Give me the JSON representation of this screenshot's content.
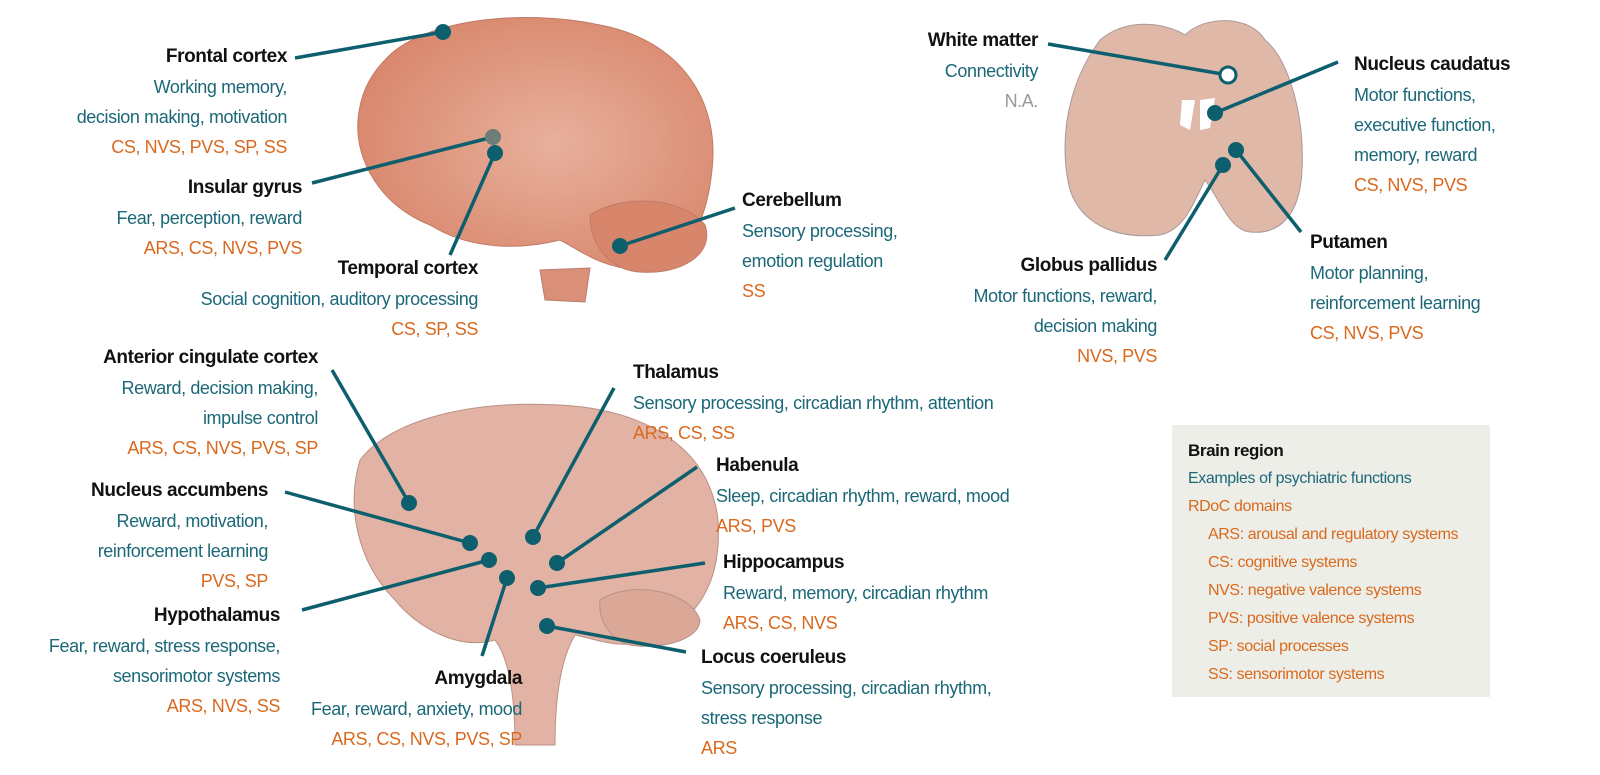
{
  "regions": {
    "frontal": {
      "title": "Frontal cortex",
      "functions": [
        "Working memory,",
        "decision making, motivation"
      ],
      "domains": "CS, NVS, PVS, SP, SS"
    },
    "insular": {
      "title": "Insular gyrus",
      "functions": [
        "Fear, perception, reward"
      ],
      "domains": "ARS, CS, NVS, PVS"
    },
    "temporal": {
      "title": "Temporal cortex",
      "functions": [
        "Social cognition, auditory processing"
      ],
      "domains": "CS, SP, SS"
    },
    "cerebellum": {
      "title": "Cerebellum",
      "functions": [
        "Sensory processing,",
        "emotion regulation"
      ],
      "domains": "SS"
    },
    "white_matter": {
      "title": "White matter",
      "functions": [
        "Connectivity"
      ],
      "domains": "N.A."
    },
    "caudatus": {
      "title": "Nucleus caudatus",
      "functions": [
        "Motor functions,",
        "executive function,",
        "memory, reward"
      ],
      "domains": "CS, NVS, PVS"
    },
    "pallidus": {
      "title": "Globus pallidus",
      "functions": [
        "Motor functions, reward,",
        "decision making"
      ],
      "domains": "NVS, PVS"
    },
    "putamen": {
      "title": "Putamen",
      "functions": [
        "Motor planning,",
        "reinforcement learning"
      ],
      "domains": "CS, NVS, PVS"
    },
    "acc": {
      "title": "Anterior cingulate cortex",
      "functions": [
        "Reward, decision making,",
        "impulse control"
      ],
      "domains": "ARS, CS, NVS, PVS, SP"
    },
    "accumbens": {
      "title": "Nucleus accumbens",
      "functions": [
        "Reward, motivation,",
        "reinforcement learning"
      ],
      "domains": "PVS, SP"
    },
    "hypothalamus": {
      "title": "Hypothalamus",
      "functions": [
        "Fear, reward, stress response,",
        "sensorimotor systems"
      ],
      "domains": "ARS, NVS, SS"
    },
    "amygdala": {
      "title": "Amygdala",
      "functions": [
        "Fear, reward, anxiety, mood"
      ],
      "domains": "ARS, CS, NVS, PVS, SP"
    },
    "thalamus": {
      "title": "Thalamus",
      "functions": [
        "Sensory processing, circadian rhythm, attention"
      ],
      "domains": "ARS, CS, SS"
    },
    "habenula": {
      "title": "Habenula",
      "functions": [
        "Sleep, circadian rhythm, reward, mood"
      ],
      "domains": "ARS, PVS"
    },
    "hippocampus": {
      "title": "Hippocampus",
      "functions": [
        "Reward, memory, circadian rhythm"
      ],
      "domains": "ARS, CS, NVS"
    },
    "locus": {
      "title": "Locus coeruleus",
      "functions": [
        "Sensory processing, circadian rhythm,",
        "stress response"
      ],
      "domains": "ARS"
    }
  },
  "legend": {
    "title": "Brain region",
    "functions": "Examples of psychiatric functions",
    "domains": "RDoC domains",
    "items": [
      "ARS: arousal and regulatory systems",
      "CS: cognitive systems",
      "NVS: negative valence systems",
      "PVS: positive valence systems",
      "SP: social processes",
      "SS: sensorimotor systems"
    ]
  },
  "colors": {
    "line": "#0e5f6e",
    "function": "#1b6878",
    "domain": "#d9691e",
    "lateral_brain": "#dc8f76",
    "medial_brain": "#e2b3a4",
    "coronal": "#e0b8a8",
    "legend_bg": "#eeeee8"
  }
}
